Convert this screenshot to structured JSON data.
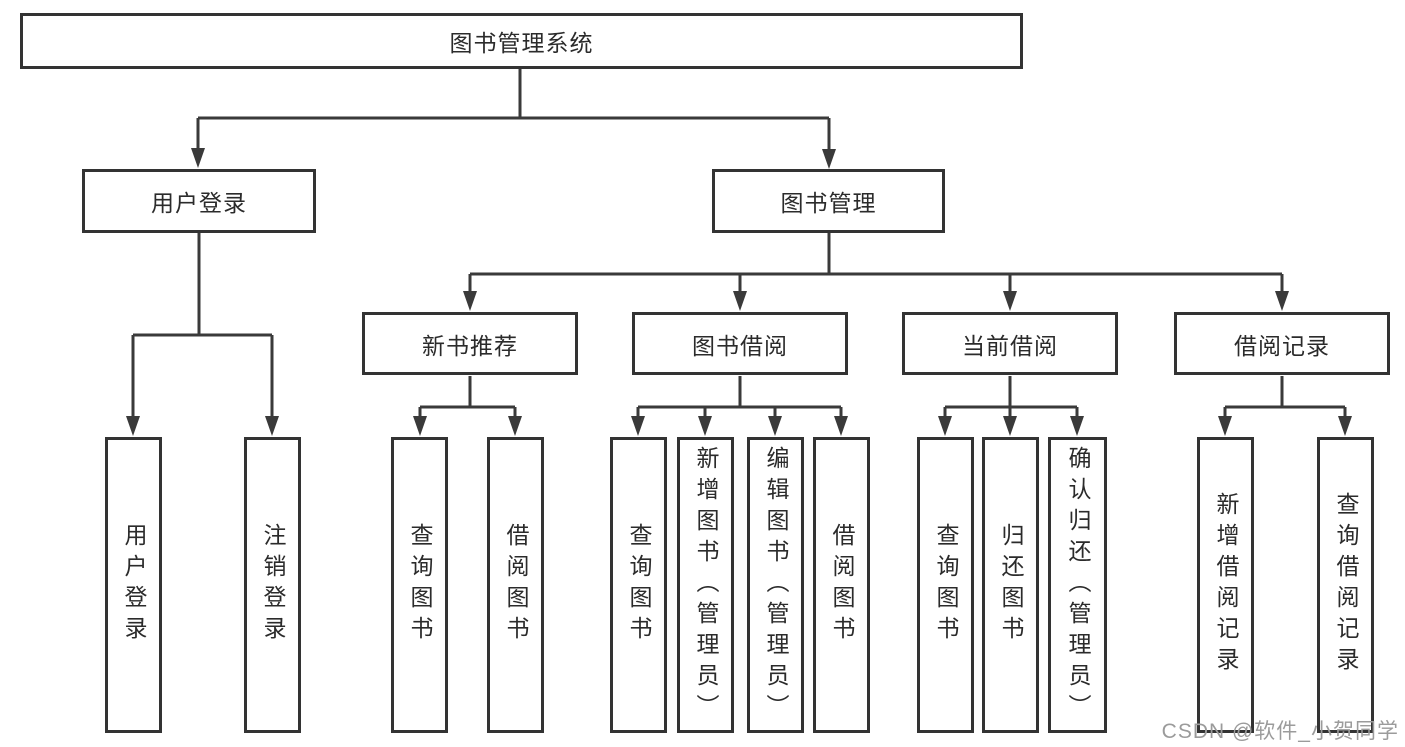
{
  "diagram": {
    "watermark": "CSDN @软件_小贺同学",
    "colors": {
      "line": "#3a3a3a",
      "box_border": "#333333",
      "text": "#2b2b2b",
      "watermark": "#9b9b9b",
      "background": "#ffffff"
    },
    "tree": {
      "root": "图书管理系统",
      "children": [
        {
          "label": "用户登录",
          "children": [
            {
              "label": "用户登录"
            },
            {
              "label": "注销登录"
            }
          ]
        },
        {
          "label": "图书管理",
          "children": [
            {
              "label": "新书推荐",
              "children": [
                {
                  "label": "查询图书"
                },
                {
                  "label": "借阅图书"
                }
              ]
            },
            {
              "label": "图书借阅",
              "children": [
                {
                  "label": "查询图书"
                },
                {
                  "label": "新增图书（管理员）"
                },
                {
                  "label": "编辑图书（管理员）"
                },
                {
                  "label": "借阅图书"
                }
              ]
            },
            {
              "label": "当前借阅",
              "children": [
                {
                  "label": "查询图书"
                },
                {
                  "label": "归还图书"
                },
                {
                  "label": "确认归还（管理员）"
                }
              ]
            },
            {
              "label": "借阅记录",
              "children": [
                {
                  "label": "新增借阅记录"
                },
                {
                  "label": "查询借阅记录"
                }
              ]
            }
          ]
        }
      ]
    }
  }
}
